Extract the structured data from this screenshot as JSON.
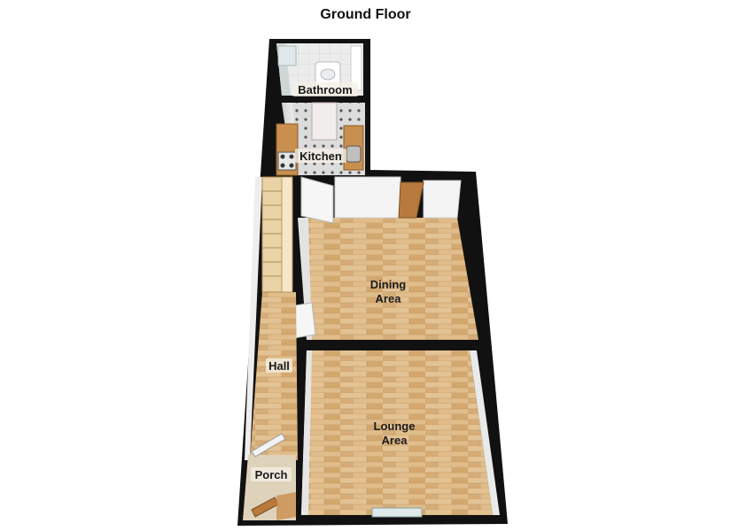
{
  "title": "Ground Floor",
  "rooms": {
    "bathroom": "Bathroom",
    "kitchen": "Kitchen",
    "dining_line1": "Dining",
    "dining_line2": "Area",
    "hall": "Hall",
    "lounge_line1": "Lounge",
    "lounge_line2": "Area",
    "porch": "Porch"
  },
  "colors": {
    "wall": "#111111",
    "wood_floor": "#d9b47f",
    "tile_floor": "#d6d6d6",
    "bathroom_floor": "#e4e4e4",
    "wall_face": "#f2f2f2",
    "worktop": "#c98f4e",
    "door_wood": "#b87a3c",
    "stairs": "#e9cfa0"
  }
}
